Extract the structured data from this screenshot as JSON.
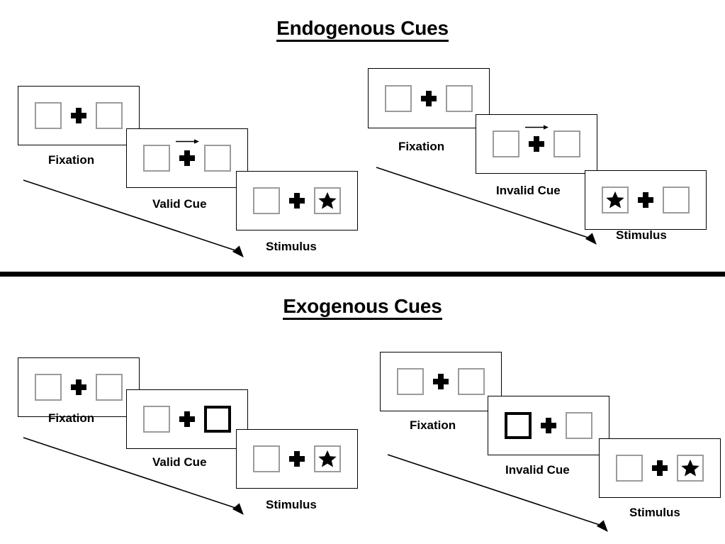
{
  "figure": {
    "title_endogenous": "Endogenous Cues",
    "title_exogenous": "Exogenous Cues",
    "background": "#ffffff",
    "ink": "#000000",
    "box_border": "#9b9b9b"
  },
  "panels": [
    {
      "id": "endogenous-valid",
      "section": "Endogenous Cues",
      "cue_type": "endogenous",
      "validity": "valid",
      "frames": [
        {
          "label": "Fixation",
          "left_box": "empty",
          "right_box": "empty",
          "center": "fixation-cross",
          "cue": "none"
        },
        {
          "label": "Valid Cue",
          "left_box": "empty",
          "right_box": "empty",
          "center": "fixation-cross",
          "cue": "arrow-right"
        },
        {
          "label": "Stimulus",
          "left_box": "empty",
          "right_box": "star",
          "center": "fixation-cross",
          "cue": "none"
        }
      ]
    },
    {
      "id": "endogenous-invalid",
      "section": "Endogenous Cues",
      "cue_type": "endogenous",
      "validity": "invalid",
      "frames": [
        {
          "label": "Fixation",
          "left_box": "empty",
          "right_box": "empty",
          "center": "fixation-cross",
          "cue": "none"
        },
        {
          "label": "Invalid Cue",
          "left_box": "empty",
          "right_box": "empty",
          "center": "fixation-cross",
          "cue": "arrow-right"
        },
        {
          "label": "Stimulus",
          "left_box": "star",
          "right_box": "empty",
          "center": "fixation-cross",
          "cue": "none"
        }
      ]
    },
    {
      "id": "exogenous-valid",
      "section": "Exogenous Cues",
      "cue_type": "exogenous",
      "validity": "valid",
      "frames": [
        {
          "label": "Fixation",
          "left_box": "empty",
          "right_box": "empty",
          "center": "fixation-cross",
          "cue": "none"
        },
        {
          "label": "Valid Cue",
          "left_box": "empty",
          "right_box": "highlighted",
          "center": "fixation-cross",
          "cue": "box-flash-right"
        },
        {
          "label": "Stimulus",
          "left_box": "empty",
          "right_box": "star",
          "center": "fixation-cross",
          "cue": "none"
        }
      ]
    },
    {
      "id": "exogenous-invalid",
      "section": "Exogenous Cues",
      "cue_type": "exogenous",
      "validity": "invalid",
      "frames": [
        {
          "label": "Fixation",
          "left_box": "empty",
          "right_box": "empty",
          "center": "fixation-cross",
          "cue": "none"
        },
        {
          "label": "Invalid Cue",
          "left_box": "highlighted",
          "right_box": "empty",
          "center": "fixation-cross",
          "cue": "box-flash-left"
        },
        {
          "label": "Stimulus",
          "left_box": "empty",
          "right_box": "star",
          "center": "fixation-cross",
          "cue": "none"
        }
      ]
    }
  ]
}
